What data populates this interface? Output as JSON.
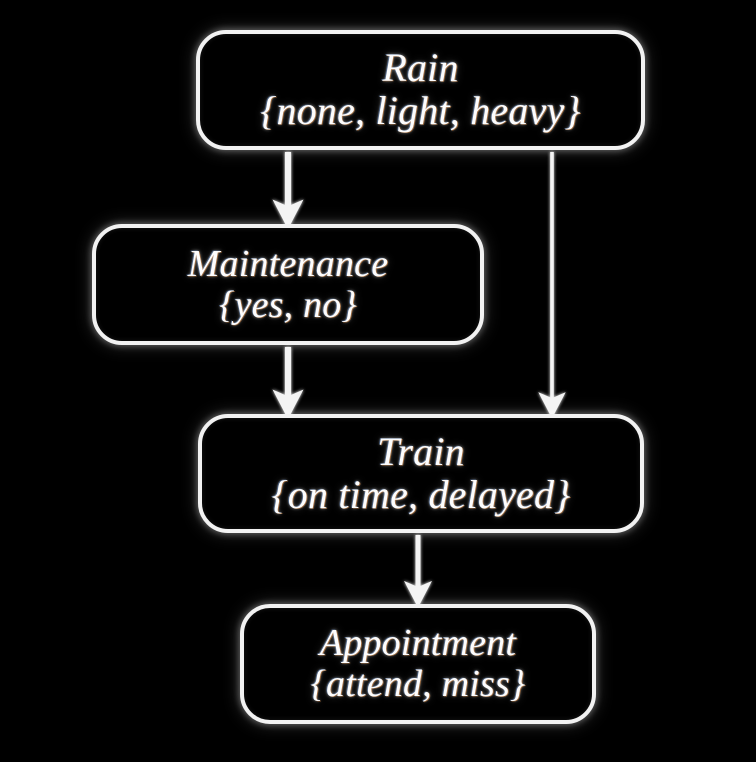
{
  "diagram": {
    "type": "bayesian-network",
    "background_color": "#000000",
    "node_color": "#000000",
    "stroke_color": "#f2f2f2",
    "text_color": "#fdfdfd",
    "nodes": [
      {
        "id": "rain",
        "name": "Rain",
        "states": "{none, light, heavy}"
      },
      {
        "id": "maintenance",
        "name": "Maintenance",
        "states": "{yes, no}"
      },
      {
        "id": "train",
        "name": "Train",
        "states": "{on time, delayed}"
      },
      {
        "id": "appointment",
        "name": "Appointment",
        "states": "{attend, miss}"
      }
    ],
    "edges": [
      {
        "id": "rain-to-maintenance",
        "from": "rain",
        "to": "maintenance"
      },
      {
        "id": "rain-to-train",
        "from": "rain",
        "to": "train"
      },
      {
        "id": "maintenance-to-train",
        "from": "maintenance",
        "to": "train"
      },
      {
        "id": "train-to-appointment",
        "from": "train",
        "to": "appointment"
      }
    ]
  }
}
